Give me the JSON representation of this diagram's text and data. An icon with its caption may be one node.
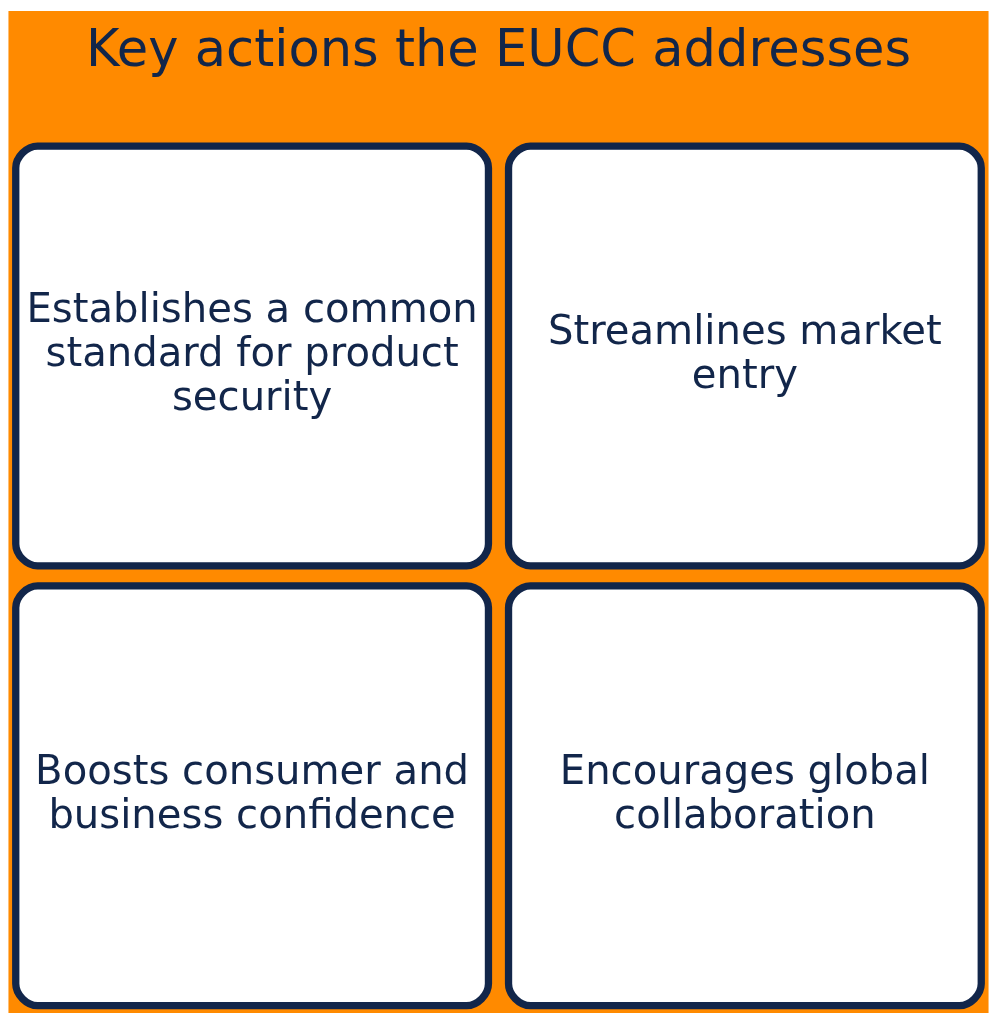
{
  "diagram": {
    "title": "Key actions the EUCC addresses",
    "nodes": [
      {
        "text": [
          "Establishes a common standard for product security"
        ]
      },
      {
        "text": [
          "Streamlines market entry"
        ]
      },
      {
        "text": [
          "Boosts consumer and business confidence"
        ]
      },
      {
        "text": [
          "Encourages global collaboration"
        ]
      }
    ],
    "edges": []
  }
}
